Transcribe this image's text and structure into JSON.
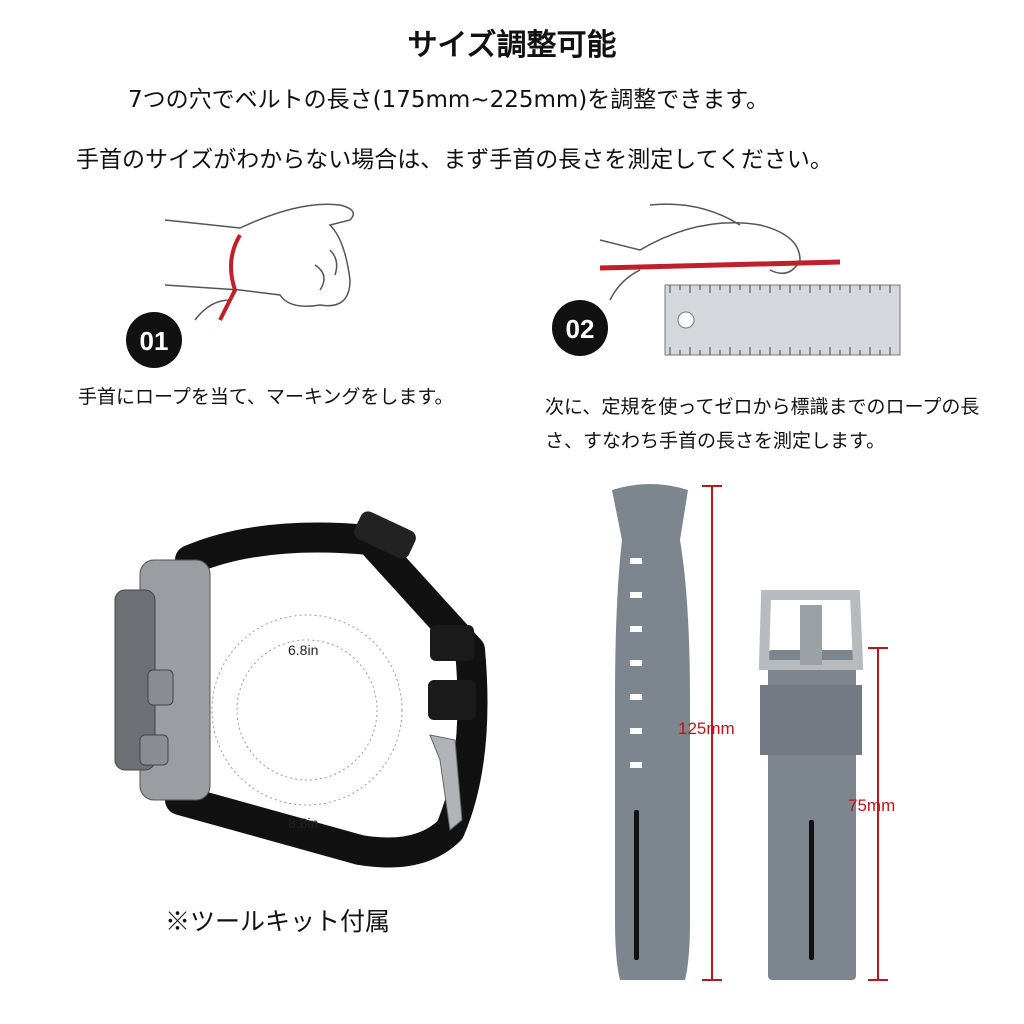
{
  "header": {
    "title": "サイズ調整可能",
    "line1": "7つの穴でベルトの長さ(175mm~225mm)を調整できます。",
    "line2": "手首のサイズがわからない場合は、まず手首の長さを測定してください。"
  },
  "steps": [
    {
      "badge": "01",
      "caption": "手首にロープを当て、マーキングをします。"
    },
    {
      "badge": "02",
      "caption": "次に、定規を使ってゼロから標識までのロープの長さ、すなわち手首の長さを測定します。"
    }
  ],
  "watch": {
    "inner_label": "6.8in",
    "outer_label": "8.8in",
    "note": "※ツールキット付属"
  },
  "strap": {
    "long_length": "125mm",
    "short_length": "75mm",
    "color": "#7d858f",
    "dimension_color": "#c0161b"
  }
}
